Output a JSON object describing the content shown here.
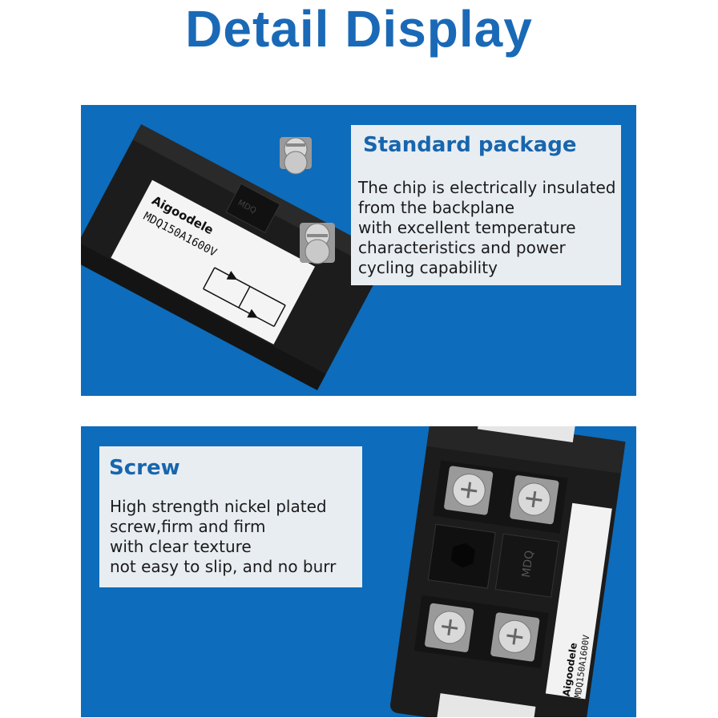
{
  "header": {
    "title": "Detail Display"
  },
  "colors": {
    "title_blue": "#1a69b7",
    "panel_blue": "#0d6cbb",
    "box_bg": "#e8edf2",
    "module_black": "#1c1c1c"
  },
  "sections": [
    {
      "heading": "Standard package",
      "lines": [
        "The chip is electrically insulated",
        "from the backplane",
        "with excellent temperature",
        "characteristics and power",
        "cycling capability"
      ]
    },
    {
      "heading": "Screw",
      "lines": [
        "High strength nickel plated",
        "screw,firm and firm",
        "with clear texture",
        "not easy to slip, and no burr"
      ]
    }
  ],
  "product": {
    "brand": "Aigoodele",
    "model": "MDQ150A1600V",
    "mark": "MDQ"
  }
}
